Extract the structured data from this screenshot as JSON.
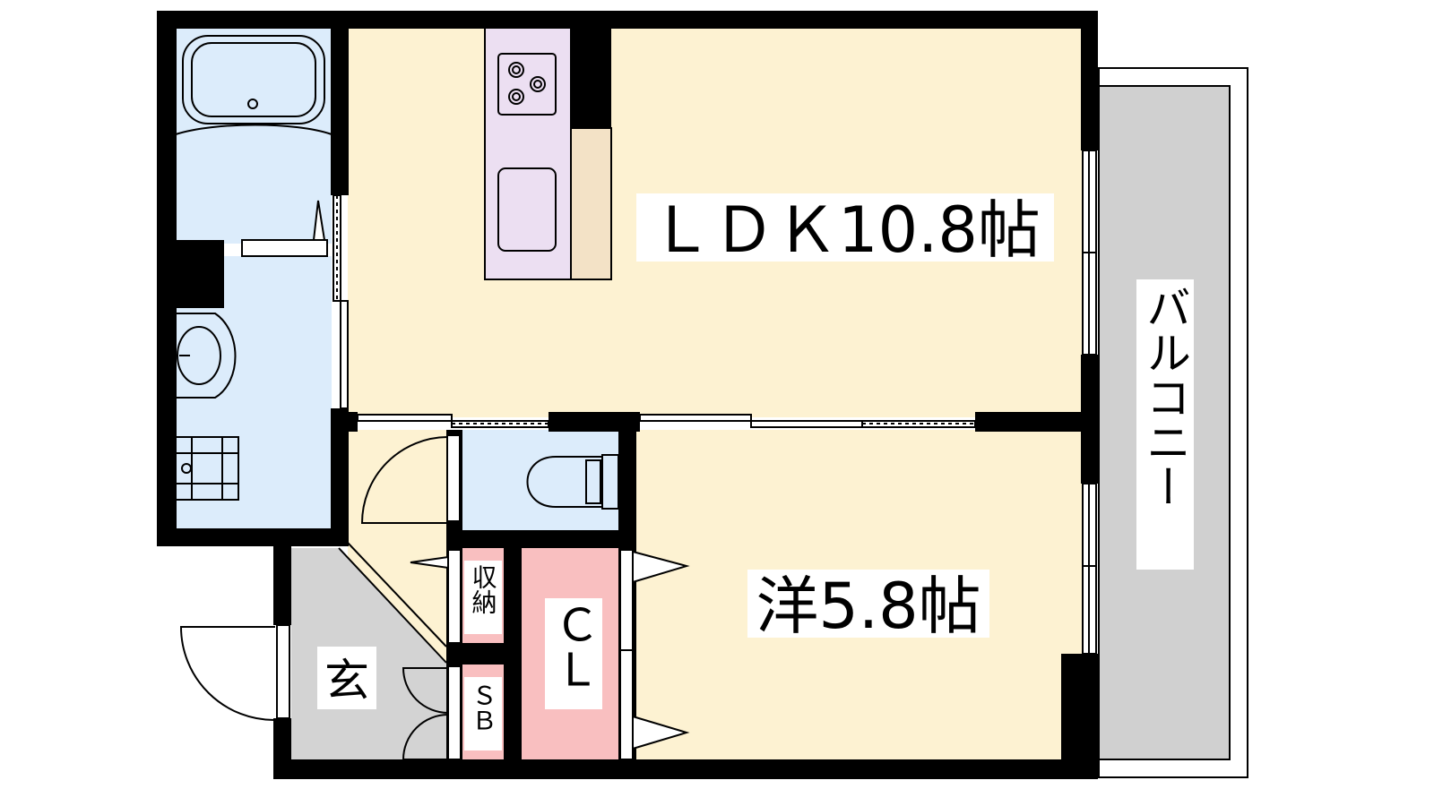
{
  "rooms": {
    "ldk": "ＬＤＫ10.8帖",
    "western": "洋5.8帖",
    "entrance": "玄",
    "closet": "ＣＬ",
    "storage": "収納",
    "shoe_box": "ＳＢ",
    "balcony": "バルコニー"
  },
  "colors": {
    "wall": "#000000",
    "room_floor": "#fdf2d2",
    "wet_area": "#dcecfb",
    "kitchen": "#ecdff2",
    "counter": "#f3e2c6",
    "closet": "#f9bfc0",
    "entrance": "#d3d3d3",
    "balcony": "#d0d0d0"
  }
}
